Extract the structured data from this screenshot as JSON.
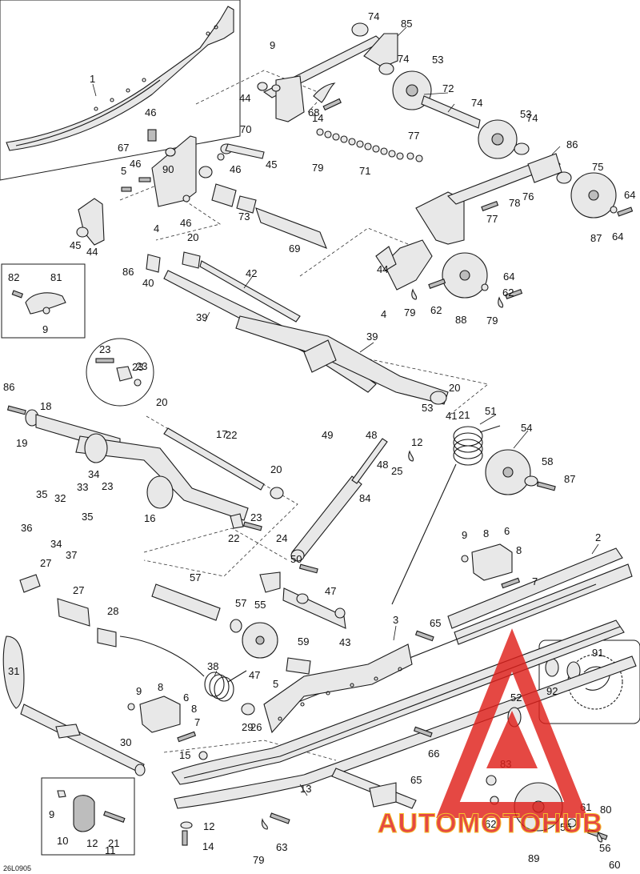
{
  "diagram": {
    "reference_code": "26L0905",
    "callouts": [
      {
        "id": "c1",
        "label": "1"
      },
      {
        "id": "c2",
        "label": "2"
      },
      {
        "id": "c3",
        "label": "3"
      },
      {
        "id": "c4a",
        "label": "4"
      },
      {
        "id": "c4b",
        "label": "4"
      },
      {
        "id": "c5a",
        "label": "5"
      },
      {
        "id": "c5b",
        "label": "5"
      },
      {
        "id": "c6a",
        "label": "6"
      },
      {
        "id": "c6b",
        "label": "6"
      },
      {
        "id": "c7a",
        "label": "7"
      },
      {
        "id": "c7b",
        "label": "7"
      },
      {
        "id": "c8a",
        "label": "8"
      },
      {
        "id": "c8b",
        "label": "8"
      },
      {
        "id": "c8c",
        "label": "8"
      },
      {
        "id": "c8d",
        "label": "8"
      },
      {
        "id": "c9a",
        "label": "9"
      },
      {
        "id": "c9b",
        "label": "9"
      },
      {
        "id": "c9c",
        "label": "9"
      },
      {
        "id": "c9d",
        "label": "9"
      },
      {
        "id": "c9e",
        "label": "9"
      },
      {
        "id": "c10",
        "label": "10"
      },
      {
        "id": "c11",
        "label": "11"
      },
      {
        "id": "c12a",
        "label": "12"
      },
      {
        "id": "c12b",
        "label": "12"
      },
      {
        "id": "c12c",
        "label": "12"
      },
      {
        "id": "c13",
        "label": "13"
      },
      {
        "id": "c14a",
        "label": "14"
      },
      {
        "id": "c14b",
        "label": "14"
      },
      {
        "id": "c15",
        "label": "15"
      },
      {
        "id": "c16",
        "label": "16"
      },
      {
        "id": "c17",
        "label": "17"
      },
      {
        "id": "c18",
        "label": "18"
      },
      {
        "id": "c19",
        "label": "19"
      },
      {
        "id": "c20a",
        "label": "20"
      },
      {
        "id": "c20b",
        "label": "20"
      },
      {
        "id": "c20c",
        "label": "20"
      },
      {
        "id": "c20d",
        "label": "20"
      },
      {
        "id": "c21a",
        "label": "21"
      },
      {
        "id": "c21b",
        "label": "21"
      },
      {
        "id": "c22a",
        "label": "22"
      },
      {
        "id": "c22b",
        "label": "22"
      },
      {
        "id": "c23a",
        "label": "23"
      },
      {
        "id": "c23b",
        "label": "23"
      },
      {
        "id": "c23c",
        "label": "23"
      },
      {
        "id": "c23d",
        "label": "23"
      },
      {
        "id": "c23e",
        "label": "23"
      },
      {
        "id": "c24",
        "label": "24"
      },
      {
        "id": "c25",
        "label": "25"
      },
      {
        "id": "c26",
        "label": "26"
      },
      {
        "id": "c27a",
        "label": "27"
      },
      {
        "id": "c27b",
        "label": "27"
      },
      {
        "id": "c28",
        "label": "28"
      },
      {
        "id": "c29",
        "label": "29"
      },
      {
        "id": "c30",
        "label": "30"
      },
      {
        "id": "c31",
        "label": "31"
      },
      {
        "id": "c32",
        "label": "32"
      },
      {
        "id": "c33",
        "label": "33"
      },
      {
        "id": "c34a",
        "label": "34"
      },
      {
        "id": "c34b",
        "label": "34"
      },
      {
        "id": "c35a",
        "label": "35"
      },
      {
        "id": "c35b",
        "label": "35"
      },
      {
        "id": "c36",
        "label": "36"
      },
      {
        "id": "c37",
        "label": "37"
      },
      {
        "id": "c38",
        "label": "38"
      },
      {
        "id": "c39a",
        "label": "39"
      },
      {
        "id": "c39b",
        "label": "39"
      },
      {
        "id": "c40",
        "label": "40"
      },
      {
        "id": "c41",
        "label": "41"
      },
      {
        "id": "c42",
        "label": "42"
      },
      {
        "id": "c43",
        "label": "43"
      },
      {
        "id": "c44a",
        "label": "44"
      },
      {
        "id": "c44b",
        "label": "44"
      },
      {
        "id": "c44c",
        "label": "44"
      },
      {
        "id": "c45a",
        "label": "45"
      },
      {
        "id": "c45b",
        "label": "45"
      },
      {
        "id": "c46a",
        "label": "46"
      },
      {
        "id": "c46b",
        "label": "46"
      },
      {
        "id": "c46c",
        "label": "46"
      },
      {
        "id": "c46d",
        "label": "46"
      },
      {
        "id": "c47a",
        "label": "47"
      },
      {
        "id": "c47b",
        "label": "47"
      },
      {
        "id": "c48a",
        "label": "48"
      },
      {
        "id": "c48b",
        "label": "48"
      },
      {
        "id": "c49",
        "label": "49"
      },
      {
        "id": "c50",
        "label": "50"
      },
      {
        "id": "c51",
        "label": "51"
      },
      {
        "id": "c52",
        "label": "52"
      },
      {
        "id": "c53a",
        "label": "53"
      },
      {
        "id": "c53b",
        "label": "53"
      },
      {
        "id": "c53c",
        "label": "53"
      },
      {
        "id": "c54",
        "label": "54"
      },
      {
        "id": "c55a",
        "label": "55"
      },
      {
        "id": "c55b",
        "label": "55"
      },
      {
        "id": "c56",
        "label": "56"
      },
      {
        "id": "c57a",
        "label": "57"
      },
      {
        "id": "c57b",
        "label": "57"
      },
      {
        "id": "c58",
        "label": "58"
      },
      {
        "id": "c59",
        "label": "59"
      },
      {
        "id": "c60",
        "label": "60"
      },
      {
        "id": "c61",
        "label": "61"
      },
      {
        "id": "c62a",
        "label": "62"
      },
      {
        "id": "c62b",
        "label": "62"
      },
      {
        "id": "c62c",
        "label": "62"
      },
      {
        "id": "c63",
        "label": "63"
      },
      {
        "id": "c64a",
        "label": "64"
      },
      {
        "id": "c64b",
        "label": "64"
      },
      {
        "id": "c64c",
        "label": "64"
      },
      {
        "id": "c65a",
        "label": "65"
      },
      {
        "id": "c65b",
        "label": "65"
      },
      {
        "id": "c66",
        "label": "66"
      },
      {
        "id": "c67",
        "label": "67"
      },
      {
        "id": "c68",
        "label": "68"
      },
      {
        "id": "c69",
        "label": "69"
      },
      {
        "id": "c70",
        "label": "70"
      },
      {
        "id": "c71",
        "label": "71"
      },
      {
        "id": "c72",
        "label": "72"
      },
      {
        "id": "c73",
        "label": "73"
      },
      {
        "id": "c74a",
        "label": "74"
      },
      {
        "id": "c74b",
        "label": "74"
      },
      {
        "id": "c74c",
        "label": "74"
      },
      {
        "id": "c74d",
        "label": "74"
      },
      {
        "id": "c75",
        "label": "75"
      },
      {
        "id": "c76",
        "label": "76"
      },
      {
        "id": "c77a",
        "label": "77"
      },
      {
        "id": "c77b",
        "label": "77"
      },
      {
        "id": "c78",
        "label": "78"
      },
      {
        "id": "c79a",
        "label": "79"
      },
      {
        "id": "c79b",
        "label": "79"
      },
      {
        "id": "c79c",
        "label": "79"
      },
      {
        "id": "c79d",
        "label": "79"
      },
      {
        "id": "c80",
        "label": "80"
      },
      {
        "id": "c81",
        "label": "81"
      },
      {
        "id": "c82",
        "label": "82"
      },
      {
        "id": "c83",
        "label": "83"
      },
      {
        "id": "c84",
        "label": "84"
      },
      {
        "id": "c85",
        "label": "85"
      },
      {
        "id": "c86a",
        "label": "86"
      },
      {
        "id": "c86b",
        "label": "86"
      },
      {
        "id": "c86c",
        "label": "86"
      },
      {
        "id": "c87a",
        "label": "87"
      },
      {
        "id": "c87b",
        "label": "87"
      },
      {
        "id": "c88",
        "label": "88"
      },
      {
        "id": "c89",
        "label": "89"
      },
      {
        "id": "c90",
        "label": "90"
      },
      {
        "id": "c91",
        "label": "91"
      },
      {
        "id": "c92",
        "label": "92"
      }
    ]
  },
  "watermark": {
    "text": "AUTOMOTOHUB",
    "color": "#e0201b",
    "accent_color": "#f5b400"
  }
}
